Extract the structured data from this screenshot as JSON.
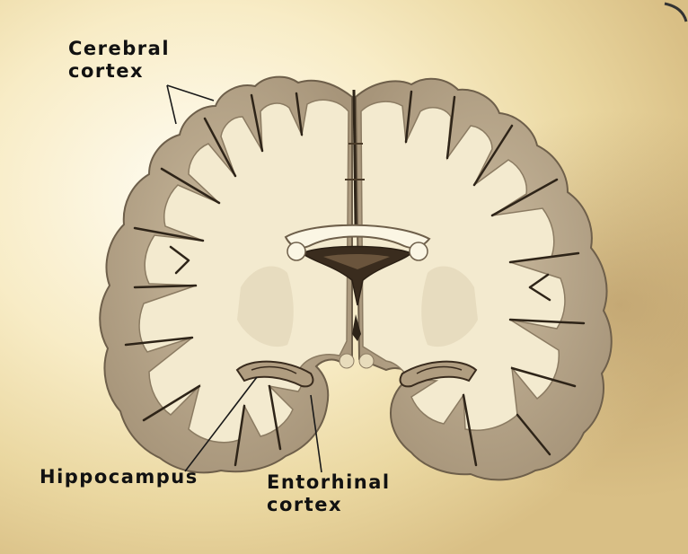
{
  "labels": {
    "cerebral_cortex": {
      "line1": "Cerebral",
      "line2": "cortex"
    },
    "hippocampus": "Hippocampus",
    "entorhinal_cortex": {
      "line1": "Entorhinal",
      "line2": "cortex"
    }
  },
  "colors": {
    "background": "#fbf3dc",
    "gray_matter": "#b8a88c",
    "white_matter": "#f3eacf",
    "outline": "#6e5f4a",
    "sulcus": "#2e2418",
    "label_text": "#111111"
  }
}
